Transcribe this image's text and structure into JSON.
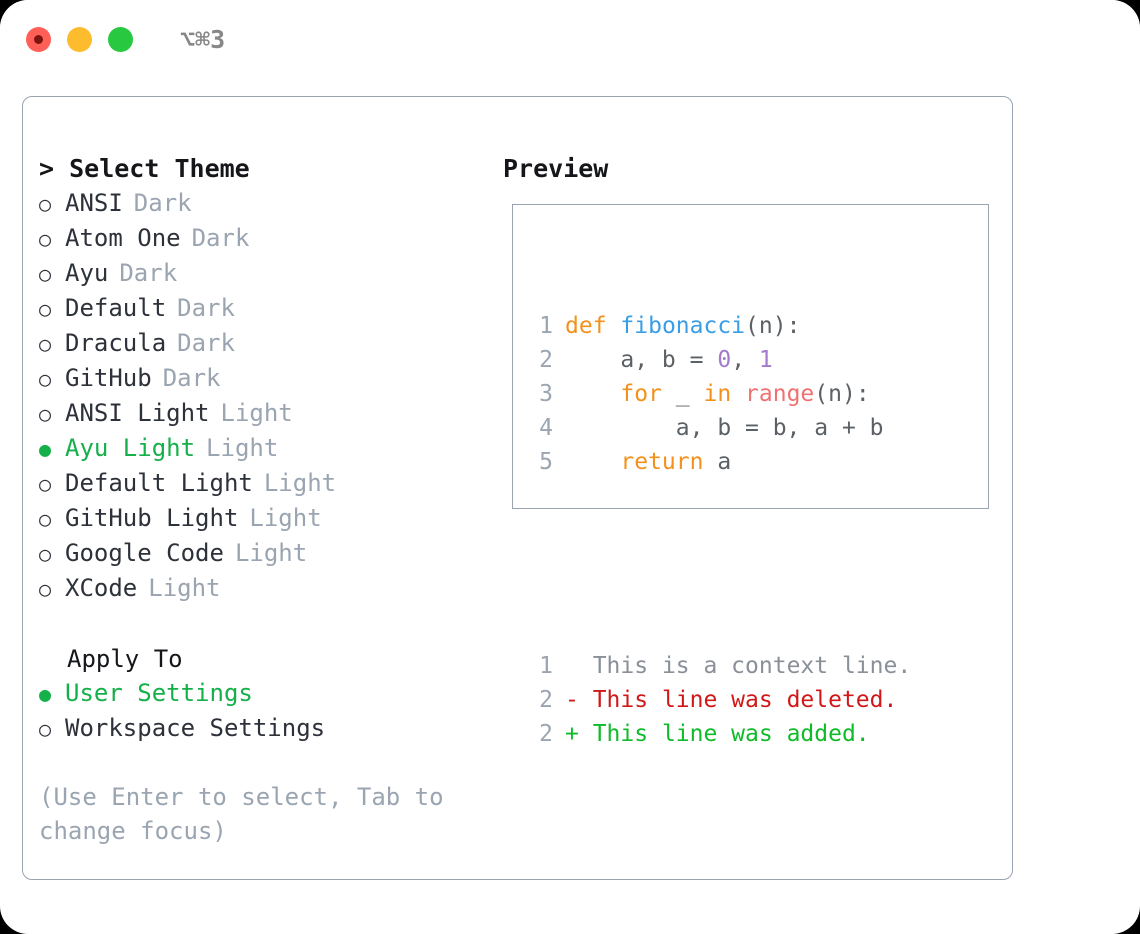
{
  "titlebar": {
    "shortcut": "⌥⌘3",
    "lights": [
      "close",
      "minimize",
      "maximize"
    ]
  },
  "theme_panel": {
    "header": "> Select Theme",
    "options": [
      {
        "bullet": "○",
        "name": "ANSI",
        "variant": "Dark",
        "selected": false
      },
      {
        "bullet": "○",
        "name": "Atom One",
        "variant": "Dark",
        "selected": false
      },
      {
        "bullet": "○",
        "name": "Ayu",
        "variant": "Dark",
        "selected": false
      },
      {
        "bullet": "○",
        "name": "Default",
        "variant": "Dark",
        "selected": false
      },
      {
        "bullet": "○",
        "name": "Dracula",
        "variant": "Dark",
        "selected": false
      },
      {
        "bullet": "○",
        "name": "GitHub",
        "variant": "Dark",
        "selected": false
      },
      {
        "bullet": "○",
        "name": "ANSI Light",
        "variant": "Light",
        "selected": false
      },
      {
        "bullet": "●",
        "name": "Ayu Light",
        "variant": "Light",
        "selected": true
      },
      {
        "bullet": "○",
        "name": "Default Light",
        "variant": "Light",
        "selected": false
      },
      {
        "bullet": "○",
        "name": "GitHub Light",
        "variant": "Light",
        "selected": false
      },
      {
        "bullet": "○",
        "name": "Google Code",
        "variant": "Light",
        "selected": false
      },
      {
        "bullet": "○",
        "name": "XCode",
        "variant": "Light",
        "selected": false
      }
    ],
    "apply_to": {
      "title": "Apply To",
      "options": [
        {
          "bullet": "●",
          "name": "User Settings",
          "selected": true
        },
        {
          "bullet": "○",
          "name": "Workspace Settings",
          "selected": false
        }
      ]
    },
    "hint": "(Use Enter to select, Tab to change focus)"
  },
  "preview": {
    "title": "Preview",
    "code_lines": [
      {
        "num": "1",
        "tokens": [
          {
            "t": "def",
            "c": "kw"
          },
          {
            "t": " ",
            "c": "plain"
          },
          {
            "t": "fibonacci",
            "c": "fn"
          },
          {
            "t": "(n):",
            "c": "plain"
          }
        ]
      },
      {
        "num": "2",
        "tokens": [
          {
            "t": "    a, b = ",
            "c": "plain"
          },
          {
            "t": "0",
            "c": "num"
          },
          {
            "t": ", ",
            "c": "plain"
          },
          {
            "t": "1",
            "c": "num"
          }
        ]
      },
      {
        "num": "3",
        "tokens": [
          {
            "t": "    ",
            "c": "plain"
          },
          {
            "t": "for",
            "c": "kw"
          },
          {
            "t": " _ ",
            "c": "plain"
          },
          {
            "t": "in",
            "c": "kw"
          },
          {
            "t": " ",
            "c": "plain"
          },
          {
            "t": "range",
            "c": "bi"
          },
          {
            "t": "(n):",
            "c": "plain"
          }
        ]
      },
      {
        "num": "4",
        "tokens": [
          {
            "t": "        a, b = b, a + b",
            "c": "plain"
          }
        ]
      },
      {
        "num": "5",
        "tokens": [
          {
            "t": "    ",
            "c": "plain"
          },
          {
            "t": "return",
            "c": "kw"
          },
          {
            "t": " a",
            "c": "plain"
          }
        ]
      }
    ],
    "diff_lines": [
      {
        "num": "1",
        "marker": " ",
        "text": " This is a context line.",
        "kind": "ctx"
      },
      {
        "num": "2",
        "marker": "-",
        "text": " This line was deleted.",
        "kind": "del"
      },
      {
        "num": "2",
        "marker": "+",
        "text": " This line was added.",
        "kind": "add"
      }
    ]
  },
  "colors": {
    "accent_green": "#15b04a",
    "muted": "#9aa5b1",
    "text": "#2d3139",
    "syntax_keyword": "#f2921d",
    "syntax_function": "#399ee6",
    "syntax_number": "#a37acc",
    "syntax_builtin": "#f07171",
    "diff_delete": "#d01818",
    "diff_add": "#10bb29"
  }
}
